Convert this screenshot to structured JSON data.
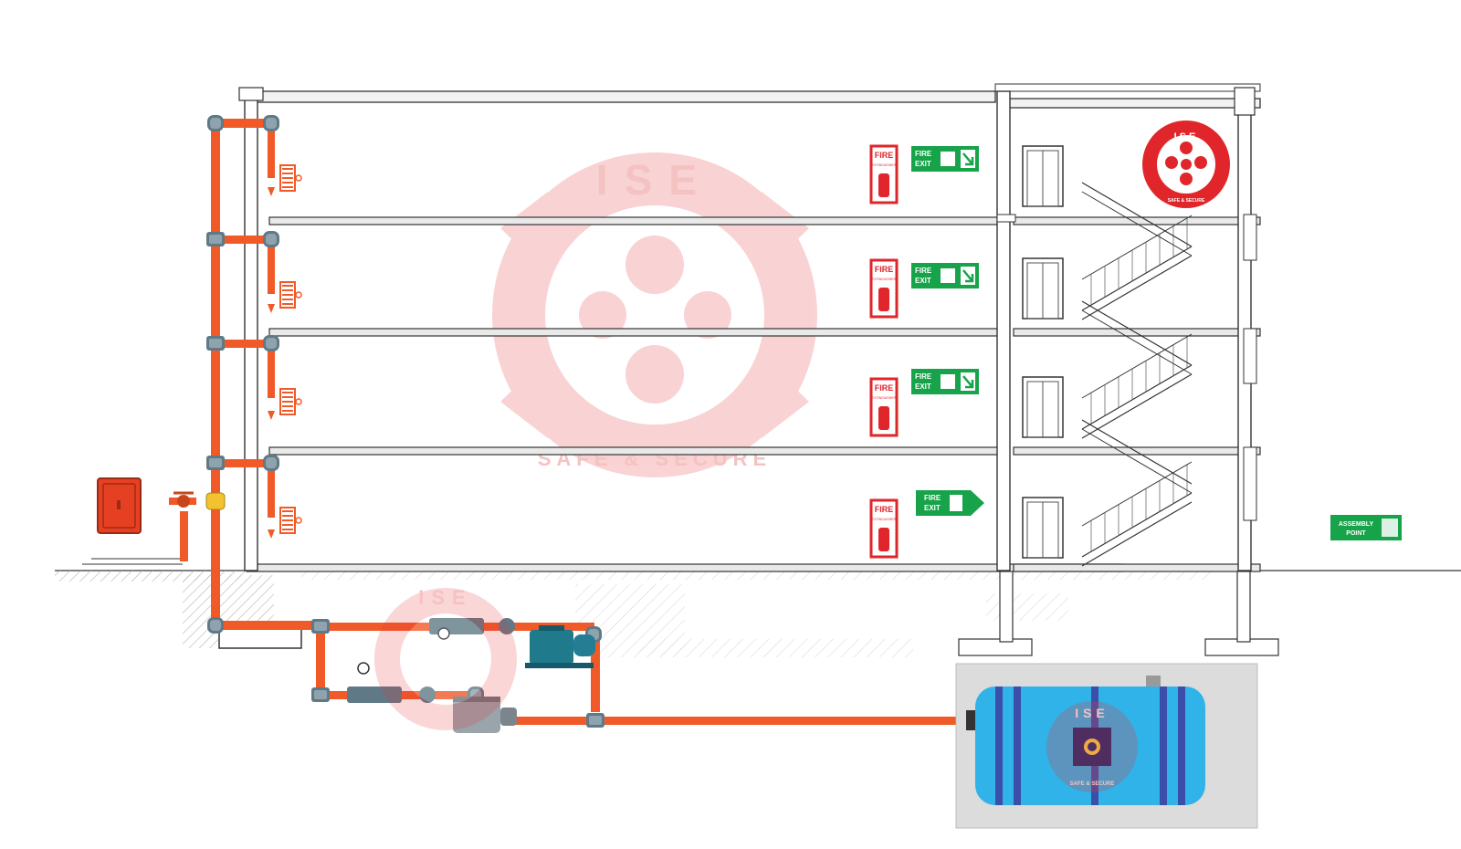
{
  "signs": {
    "fire_exit": [
      "FIRE",
      "EXIT"
    ],
    "extinguisher": [
      "FIRE",
      "EXTINGUISHER"
    ],
    "assembly": [
      "ASSEMBLY",
      "POINT"
    ]
  },
  "logo": {
    "brand": "ISE",
    "tagline": "SAFE & SECURE"
  },
  "colors": {
    "pipe": "#f05a28",
    "pipe_dark": "#c8461c",
    "fitting": "#5f7a86",
    "sign_green": "#17a34a",
    "sign_red": "#e0262b",
    "tank": "#2fb3e8",
    "tank_band": "#3b4fa8",
    "pump": "#1f7a8c",
    "motor": "#9aa4ab",
    "watermark": "#e8363d",
    "structure": "#3a3a3a"
  }
}
